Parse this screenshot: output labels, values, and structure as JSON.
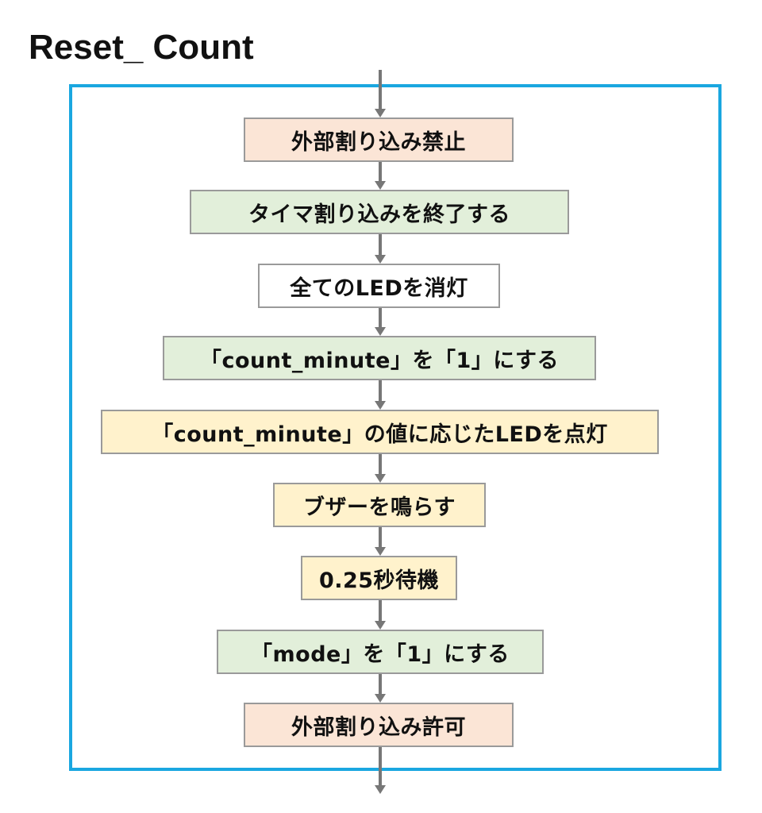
{
  "title": "Reset_ Count",
  "colors": {
    "frame": "#1aa7e0",
    "arrow": "#777777",
    "box_border": "#9a9a9a",
    "pink": "#fbe5d6",
    "green": "#e2efda",
    "white": "#ffffff",
    "yellow": "#fff2cc"
  },
  "steps": [
    {
      "label": "外部割り込み禁止",
      "fill": "pink"
    },
    {
      "label": "タイマ割り込みを終了する",
      "fill": "green"
    },
    {
      "label": "全てのLEDを消灯",
      "fill": "white"
    },
    {
      "label": "「count_minute」を「1」にする",
      "fill": "green"
    },
    {
      "label": "「count_minute」の値に応じたLEDを点灯",
      "fill": "yellow"
    },
    {
      "label": "ブザーを鳴らす",
      "fill": "yellow"
    },
    {
      "label": "0.25秒待機",
      "fill": "yellow"
    },
    {
      "label": "「mode」を「1」にする",
      "fill": "green"
    },
    {
      "label": "外部割り込み許可",
      "fill": "pink"
    }
  ]
}
